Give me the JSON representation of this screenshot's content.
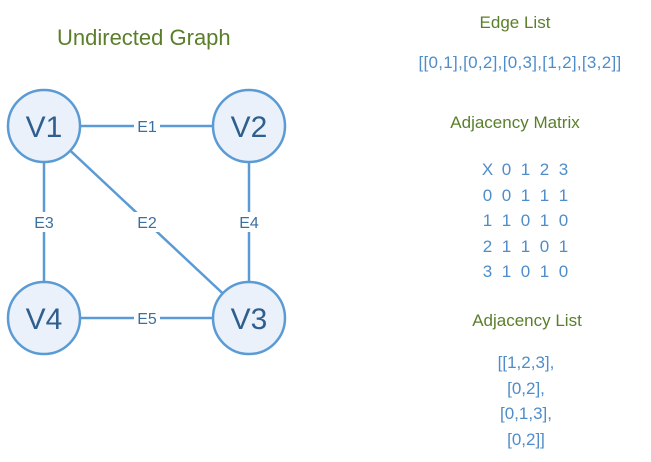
{
  "graph": {
    "title": "Undirected Graph",
    "vertices": [
      {
        "id": "v1",
        "label": "V1"
      },
      {
        "id": "v2",
        "label": "V2"
      },
      {
        "id": "v3",
        "label": "V3"
      },
      {
        "id": "v4",
        "label": "V4"
      }
    ],
    "edges": [
      {
        "id": "e1",
        "label": "E1",
        "from": "v1",
        "to": "v2"
      },
      {
        "id": "e2",
        "label": "E2",
        "from": "v1",
        "to": "v3"
      },
      {
        "id": "e3",
        "label": "E3",
        "from": "v1",
        "to": "v4"
      },
      {
        "id": "e4",
        "label": "E4",
        "from": "v2",
        "to": "v3"
      },
      {
        "id": "e5",
        "label": "E5",
        "from": "v4",
        "to": "v3"
      }
    ],
    "colors": {
      "node_fill": "#eaf1fa",
      "node_stroke": "#5b9bd5",
      "edge_stroke": "#5b9bd5",
      "vertex_text": "#2f5f8f",
      "edge_text": "#3b6f9f"
    }
  },
  "edge_list": {
    "title": "Edge List",
    "value": "[[0,1],[0,2],[0,3],[1,2],[3,2]]"
  },
  "adjacency_matrix": {
    "title": "Adjacency Matrix",
    "rows": [
      [
        "X",
        "0",
        "1",
        "2",
        "3"
      ],
      [
        "0",
        "0",
        "1",
        "1",
        "1"
      ],
      [
        "1",
        "1",
        "0",
        "1",
        "0"
      ],
      [
        "2",
        "1",
        "1",
        "0",
        "1"
      ],
      [
        "3",
        "1",
        "0",
        "1",
        "0"
      ]
    ]
  },
  "adjacency_list": {
    "title": "Adjacency List",
    "lines": [
      "[[1,2,3],",
      "[0,2],",
      "[0,1,3],",
      "[0,2]]"
    ]
  },
  "colors": {
    "heading_green": "#5a7f2a",
    "data_blue": "#4f8dc9"
  }
}
